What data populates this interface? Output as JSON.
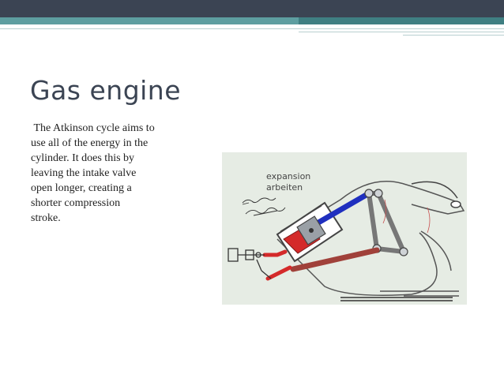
{
  "slide": {
    "title": "Gas engine",
    "body": " The Atkinson cycle aims to\nuse all of the energy in the\ncylinder. It does this by\nleaving the intake valve\nopen longer, creating a\nshorter compression\nstroke."
  },
  "diagram": {
    "label_line1": "expansion",
    "label_line2": "arbeiten",
    "colors": {
      "background": "#e6ece4",
      "blue_rod": "#1f2fbf",
      "red_piston": "#d42a2a",
      "brown_rod": "#a0413a",
      "linkage": "#777777"
    }
  },
  "theme": {
    "header_dark": "#3b4453",
    "header_teal": "#5d9ea0",
    "title_color": "#3b4453"
  }
}
